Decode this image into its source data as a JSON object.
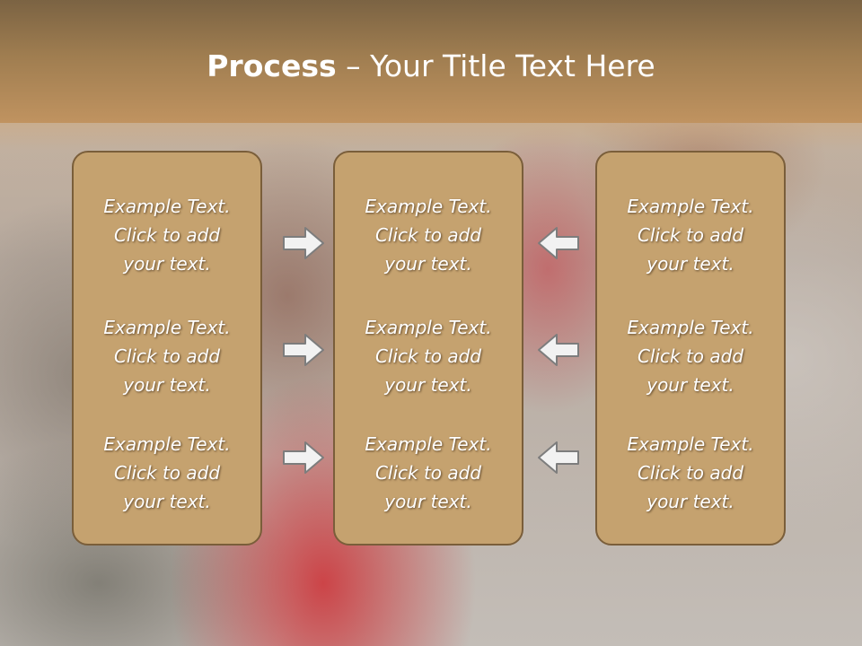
{
  "slide": {
    "title_bold": "Process",
    "title_rest": " – Your Title Text Here",
    "columns": [
      {
        "items": [
          {
            "line1": "Example Text.",
            "line2": "Click  to add",
            "line3": "your text."
          },
          {
            "line1": "Example Text.",
            "line2": "Click  to add",
            "line3": "your text."
          },
          {
            "line1": "Example Text.",
            "line2": "Click  to add",
            "line3": "your text."
          }
        ]
      },
      {
        "items": [
          {
            "line1": "Example Text.",
            "line2": "Click  to add",
            "line3": "your text."
          },
          {
            "line1": "Example Text.",
            "line2": "Click  to add",
            "line3": "your text."
          },
          {
            "line1": "Example Text.",
            "line2": "Click  to add",
            "line3": "your text."
          }
        ]
      },
      {
        "items": [
          {
            "line1": "Example Text.",
            "line2": "Click  to add",
            "line3": "your text."
          },
          {
            "line1": "Example Text.",
            "line2": "Click  to add",
            "line3": "your text."
          },
          {
            "line1": "Example Text.",
            "line2": "Click  to add",
            "line3": "your text."
          }
        ]
      }
    ],
    "arrows": {
      "left_group": [
        "arrow-right-icon",
        "arrow-right-icon",
        "arrow-right-icon"
      ],
      "right_group": [
        "arrow-left-icon",
        "arrow-left-icon",
        "arrow-left-icon"
      ]
    },
    "colors": {
      "header": "#9f7d50",
      "panel_fill": "#c5a26f",
      "panel_border": "#7a5e3a",
      "text": "#ffffff"
    }
  }
}
